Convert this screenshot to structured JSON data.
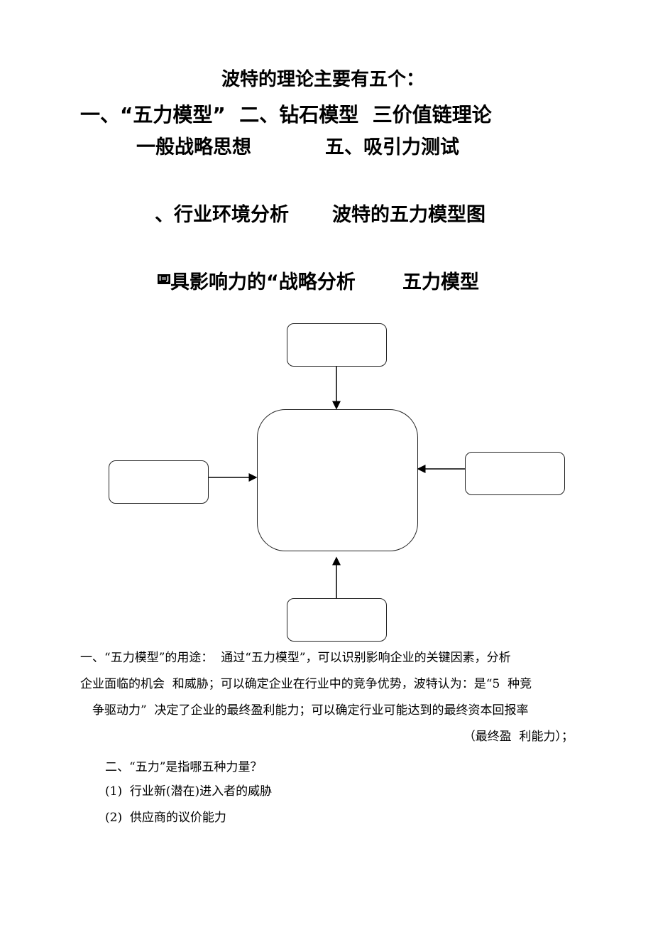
{
  "headings": {
    "title": "波特的理论主要有五个：",
    "line2": "一、“五力模型”  二、钻石模型  三价值链理论",
    "line3a": "一般战略思想",
    "line3b": "五、吸引力测试",
    "line4a": "、行业环境分析",
    "line4b": "波特的五力模型图",
    "line5a": "具影响力的“战略分析",
    "line5b": "五力模型",
    "icon_glyph": "I=J"
  },
  "body": {
    "p1_l1": "一、“五力模型”的用途：  通过“五力模型”，可以识别影响企业的关键因素，分析",
    "p1_l2": "企业面临的机会  和威胁；可以确定企业在行业中的竞争优势，波特认为：是“5  种竞",
    "p1_l3": "争驱动力”  决定了企业的最终盈利能力；可以确定行业可能达到的最终资本回报率",
    "p1_l4": "（最终盈  利能力）；",
    "q2": "二、“五力”是指哪五种力量？",
    "item1": "(1)  行业新(潜在)进入者的威胁",
    "item2": "(2)  供应商的议价能力"
  }
}
